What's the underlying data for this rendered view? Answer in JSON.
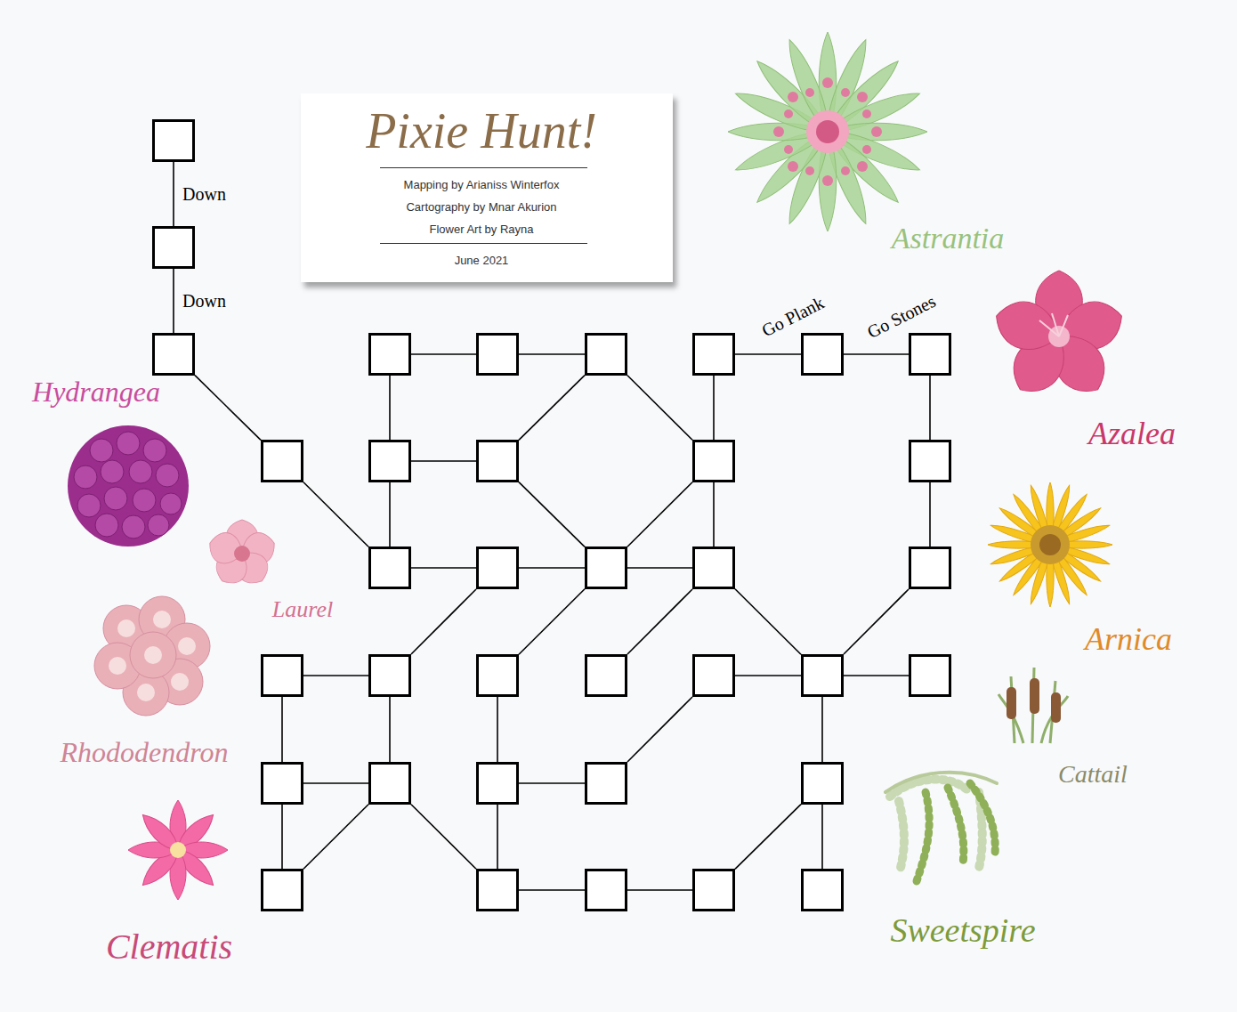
{
  "diagram": {
    "title": "Pixie Hunt!",
    "nodes": [
      {
        "text": []
      },
      {
        "text": []
      },
      {
        "text": []
      },
      {
        "text": []
      },
      {
        "text": []
      },
      {
        "text": []
      },
      {
        "text": []
      },
      {
        "text": []
      },
      {
        "text": []
      },
      {
        "text": []
      },
      {
        "text": []
      },
      {
        "text": []
      },
      {
        "text": []
      },
      {
        "text": []
      },
      {
        "text": []
      },
      {
        "text": []
      },
      {
        "text": []
      },
      {
        "text": []
      },
      {
        "text": []
      },
      {
        "text": []
      },
      {
        "text": []
      },
      {
        "text": []
      },
      {
        "text": []
      },
      {
        "text": []
      },
      {
        "text": []
      },
      {
        "text": []
      },
      {
        "text": []
      },
      {
        "text": []
      },
      {
        "text": []
      },
      {
        "text": []
      },
      {
        "text": []
      },
      {
        "text": []
      },
      {
        "text": []
      },
      {
        "text": []
      },
      {
        "text": []
      },
      {
        "text": []
      }
    ],
    "edges": [
      {
        "from": 0,
        "to": 1,
        "label": "Down",
        "arrow": "none"
      },
      {
        "from": 1,
        "to": 2,
        "label": "Down",
        "arrow": "none"
      },
      {
        "from": 2,
        "to": 9,
        "arrow": "none"
      },
      {
        "from": 9,
        "to": 14,
        "arrow": "none"
      },
      {
        "from": 3,
        "to": 4,
        "arrow": "none"
      },
      {
        "from": 4,
        "to": 5,
        "arrow": "none"
      },
      {
        "from": 6,
        "to": 7,
        "label": "Go Plank",
        "arrow": "none"
      },
      {
        "from": 7,
        "to": 8,
        "label": "Go Stones",
        "arrow": "none"
      },
      {
        "from": 3,
        "to": 10,
        "arrow": "none"
      },
      {
        "from": 5,
        "to": 11,
        "arrow": "none"
      },
      {
        "from": 5,
        "to": 12,
        "arrow": "none"
      },
      {
        "from": 6,
        "to": 12,
        "arrow": "none"
      },
      {
        "from": 8,
        "to": 13,
        "arrow": "none"
      },
      {
        "from": 10,
        "to": 11,
        "arrow": "none"
      },
      {
        "from": 10,
        "to": 14,
        "arrow": "none"
      },
      {
        "from": 11,
        "to": 16,
        "arrow": "none"
      },
      {
        "from": 12,
        "to": 16,
        "arrow": "none"
      },
      {
        "from": 12,
        "to": 17,
        "arrow": "none"
      },
      {
        "from": 13,
        "to": 18,
        "arrow": "none"
      },
      {
        "from": 14,
        "to": 15,
        "arrow": "none"
      },
      {
        "from": 15,
        "to": 16,
        "arrow": "none"
      },
      {
        "from": 16,
        "to": 17,
        "arrow": "none"
      },
      {
        "from": 15,
        "to": 20,
        "arrow": "none"
      },
      {
        "from": 16,
        "to": 21,
        "arrow": "none"
      },
      {
        "from": 17,
        "to": 22,
        "arrow": "none"
      },
      {
        "from": 17,
        "to": 24,
        "arrow": "none"
      },
      {
        "from": 18,
        "to": 24,
        "arrow": "none"
      },
      {
        "from": 19,
        "to": 20,
        "arrow": "none"
      },
      {
        "from": 19,
        "to": 26,
        "arrow": "none"
      },
      {
        "from": 20,
        "to": 27,
        "arrow": "none"
      },
      {
        "from": 21,
        "to": 28,
        "arrow": "none"
      },
      {
        "from": 23,
        "to": 24,
        "arrow": "none"
      },
      {
        "from": 23,
        "to": 29,
        "arrow": "none"
      },
      {
        "from": 24,
        "to": 25,
        "arrow": "none"
      },
      {
        "from": 24,
        "to": 30,
        "arrow": "none"
      },
      {
        "from": 26,
        "to": 27,
        "arrow": "none"
      },
      {
        "from": 26,
        "to": 31,
        "arrow": "none"
      },
      {
        "from": 27,
        "to": 31,
        "arrow": "none"
      },
      {
        "from": 27,
        "to": 32,
        "arrow": "none"
      },
      {
        "from": 28,
        "to": 29,
        "arrow": "none"
      },
      {
        "from": 28,
        "to": 32,
        "arrow": "none"
      },
      {
        "from": 30,
        "to": 34,
        "arrow": "none"
      },
      {
        "from": 30,
        "to": 35,
        "arrow": "none"
      },
      {
        "from": 32,
        "to": 33,
        "arrow": "none"
      },
      {
        "from": 33,
        "to": 34,
        "arrow": "none"
      }
    ],
    "labels": [
      "Mapping by Arianiss Winterfox",
      "Cartography by Mnar Akurion",
      "Flower Art by Rayna",
      "June 2021",
      "Astrantia",
      "Azalea",
      "Arnica",
      "Cattail",
      "Sweetspire",
      "Hydrangea",
      "Laurel",
      "Rhododendron",
      "Clematis"
    ]
  }
}
